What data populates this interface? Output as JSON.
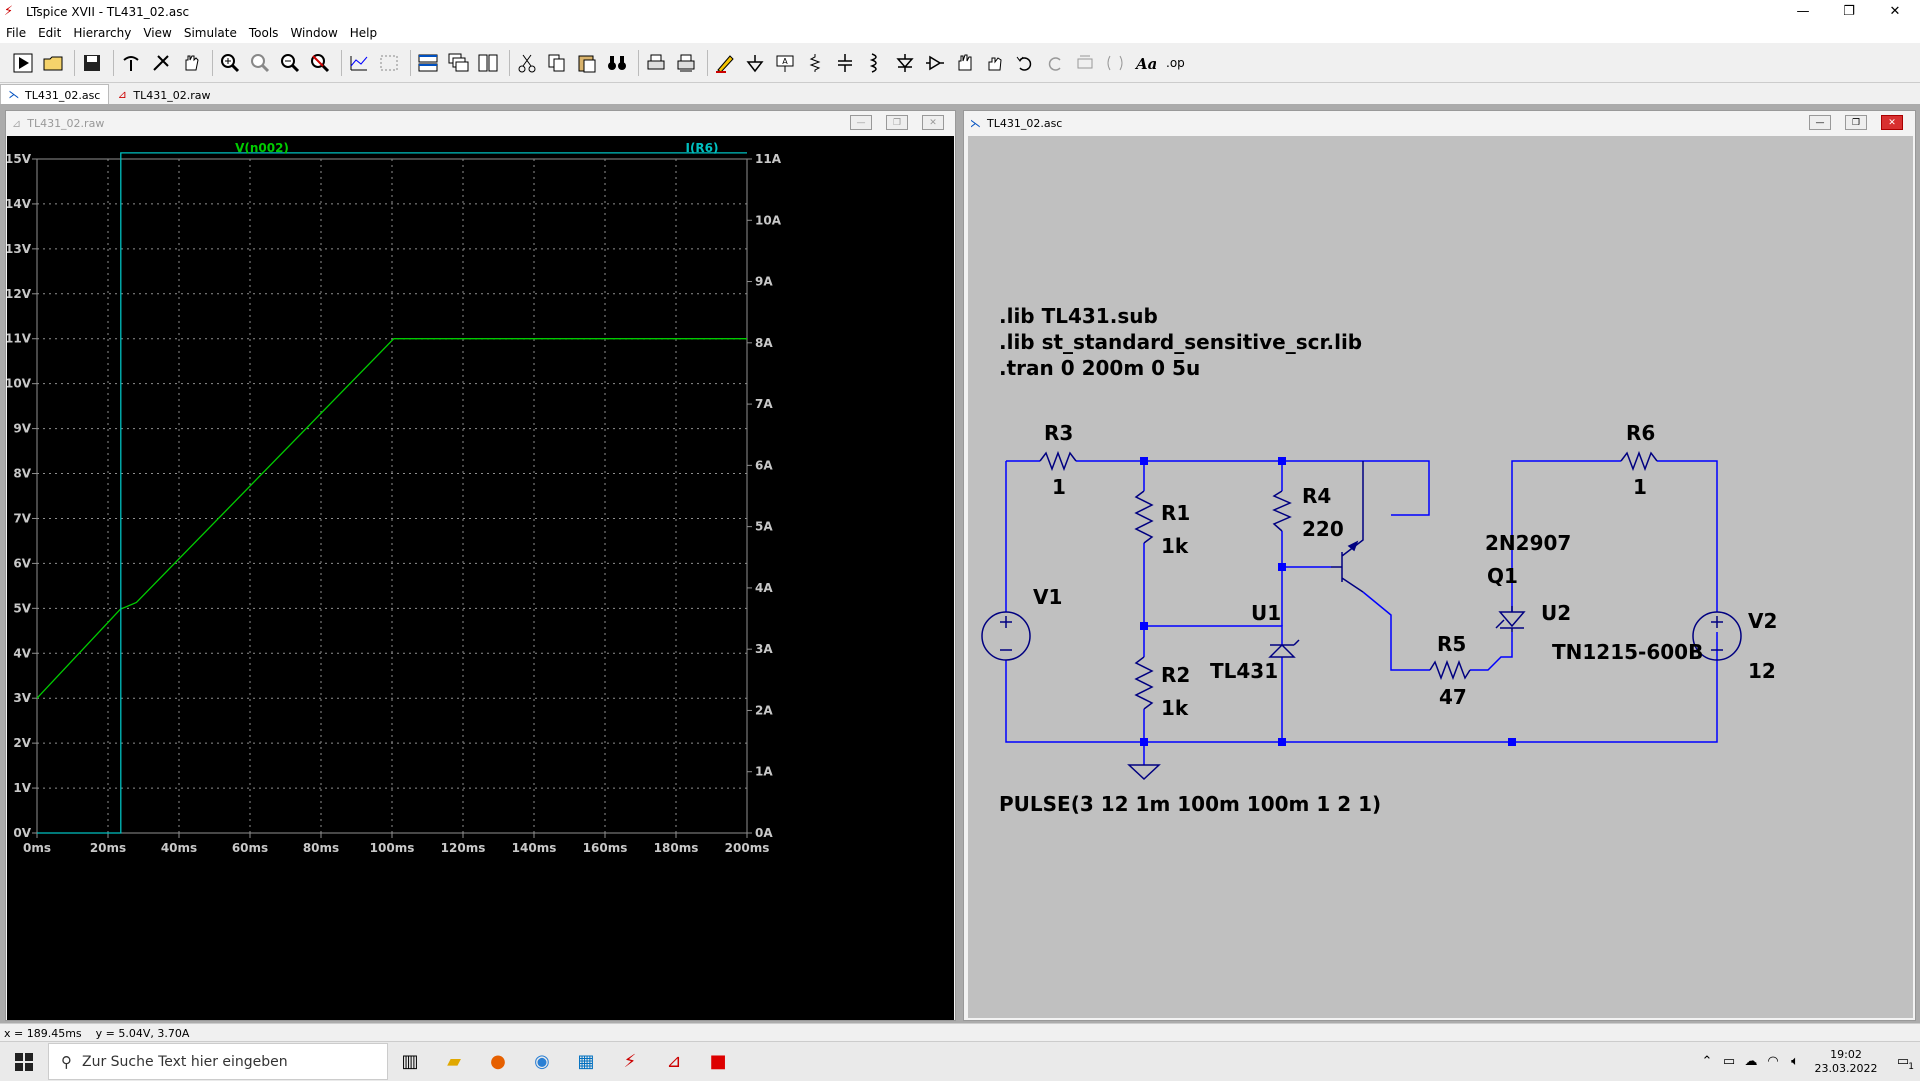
{
  "window": {
    "title": "LTspice XVII - TL431_02.asc"
  },
  "menu": [
    "File",
    "Edit",
    "Hierarchy",
    "View",
    "Simulate",
    "Tools",
    "Window",
    "Help"
  ],
  "tabs": [
    {
      "label": "TL431_02.asc",
      "icon": "schematic-icon"
    },
    {
      "label": "TL431_02.raw",
      "icon": "waveform-icon"
    }
  ],
  "plot_window": {
    "title": "TL431_02.raw"
  },
  "schematic_window": {
    "title": "TL431_02.asc"
  },
  "chart_data": {
    "type": "line",
    "title": "",
    "xlabel": "",
    "ylabel": "",
    "x_ticks": [
      "0ms",
      "20ms",
      "40ms",
      "60ms",
      "80ms",
      "100ms",
      "120ms",
      "140ms",
      "160ms",
      "180ms",
      "200ms"
    ],
    "y_left_ticks": [
      "0V",
      "1V",
      "2V",
      "3V",
      "4V",
      "5V",
      "6V",
      "7V",
      "8V",
      "9V",
      "10V",
      "11V",
      "12V",
      "13V",
      "14V",
      "15V"
    ],
    "y_right_ticks": [
      "0A",
      "1A",
      "2A",
      "3A",
      "4A",
      "5A",
      "6A",
      "7A",
      "8A",
      "9A",
      "10A",
      "11A"
    ],
    "xlim": [
      0,
      200
    ],
    "ylim_left": [
      0,
      15
    ],
    "ylim_right": [
      0,
      11
    ],
    "grid": true,
    "series": [
      {
        "name": "V(n002)",
        "color": "#00cc00",
        "axis": "left",
        "x": [
          0,
          23.5,
          28,
          100.5,
          200
        ],
        "y": [
          3.0,
          4.98,
          5.13,
          11.0,
          11.0
        ]
      },
      {
        "name": "I(R6)",
        "color": "#00c0c0",
        "axis": "right",
        "x": [
          0,
          23.6,
          23.6,
          200
        ],
        "y": [
          0,
          0,
          11.1,
          11.1
        ]
      }
    ]
  },
  "schematic": {
    "directives": [
      ".lib TL431.sub",
      ".lib st_standard_sensitive_scr.lib",
      ".tran 0 200m 0 5u"
    ],
    "pulse": "PULSE(3 12 1m 100m 100m 1 2 1)",
    "R3": {
      "ref": "R3",
      "value": "1"
    },
    "R1": {
      "ref": "R1",
      "value": "1k"
    },
    "R2": {
      "ref": "R2",
      "value": "1k"
    },
    "R4": {
      "ref": "R4",
      "value": "220"
    },
    "R5": {
      "ref": "R5",
      "value": "47"
    },
    "R6": {
      "ref": "R6",
      "value": "1"
    },
    "V1": {
      "ref": "V1"
    },
    "V2": {
      "ref": "V2",
      "value": "12"
    },
    "Q1": {
      "ref": "Q1",
      "model": "2N2907"
    },
    "U1": {
      "ref": "U1",
      "model": "TL431"
    },
    "U2": {
      "ref": "U2",
      "model": "TN1215-600B"
    },
    "colors": {
      "wire": "#0000ff",
      "component": "#000080",
      "background": "#c0c0c0"
    }
  },
  "status": {
    "text": "x = 189.45ms    y = 5.04V, 3.70A"
  },
  "taskbar": {
    "search_placeholder": "Zur Suche Text hier eingeben",
    "time": "19:02",
    "date": "23.03.2022",
    "notifications": "1"
  }
}
